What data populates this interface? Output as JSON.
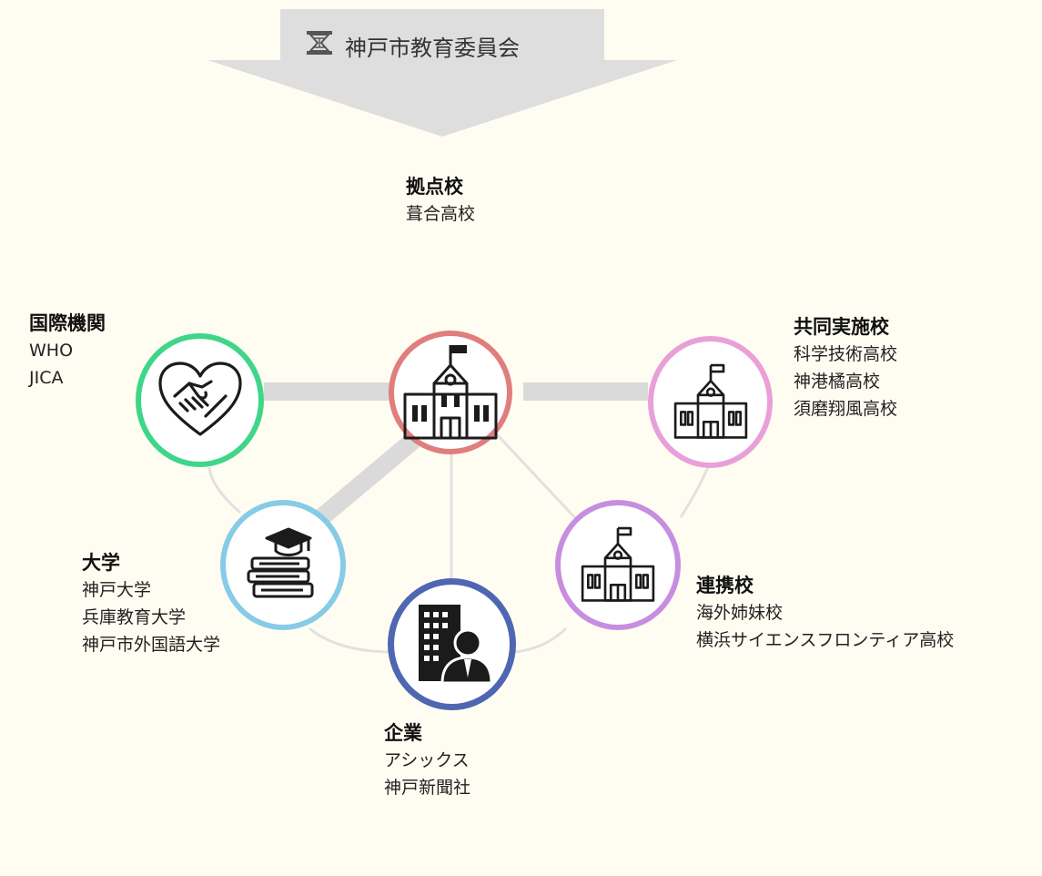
{
  "banner": {
    "title": "神戸市教育委員会",
    "icon": "kobe-emblem-icon"
  },
  "hub": {
    "heading": "拠点校",
    "lines": [
      "葺合高校"
    ],
    "ring_color": "#e07d7d",
    "icon": "school-building-icon"
  },
  "nodes": {
    "international": {
      "heading": "国際機関",
      "lines": [
        "WHO",
        "JICA"
      ],
      "ring_color": "#3fd68a",
      "icon": "handshake-heart-icon"
    },
    "partner_schools": {
      "heading": "共同実施校",
      "lines": [
        "科学技術高校",
        "神港橘高校",
        "須磨翔風高校"
      ],
      "ring_color": "#e9a0d9",
      "icon": "school-building-icon"
    },
    "universities": {
      "heading": "大学",
      "lines": [
        "神戸大学",
        "兵庫教育大学",
        "神戸市外国語大学"
      ],
      "ring_color": "#86cbe7",
      "icon": "books-graduation-cap-icon"
    },
    "companies": {
      "heading": "企業",
      "lines": [
        "アシックス",
        "神戸新聞社"
      ],
      "ring_color": "#4f66b2",
      "icon": "office-building-businessman-icon"
    },
    "linked_schools": {
      "heading": "連携校",
      "lines": [
        "海外姉妹校",
        "横浜サイエンスフロンティア高校"
      ],
      "ring_color": "#c78ee0",
      "icon": "school-building-icon"
    }
  }
}
